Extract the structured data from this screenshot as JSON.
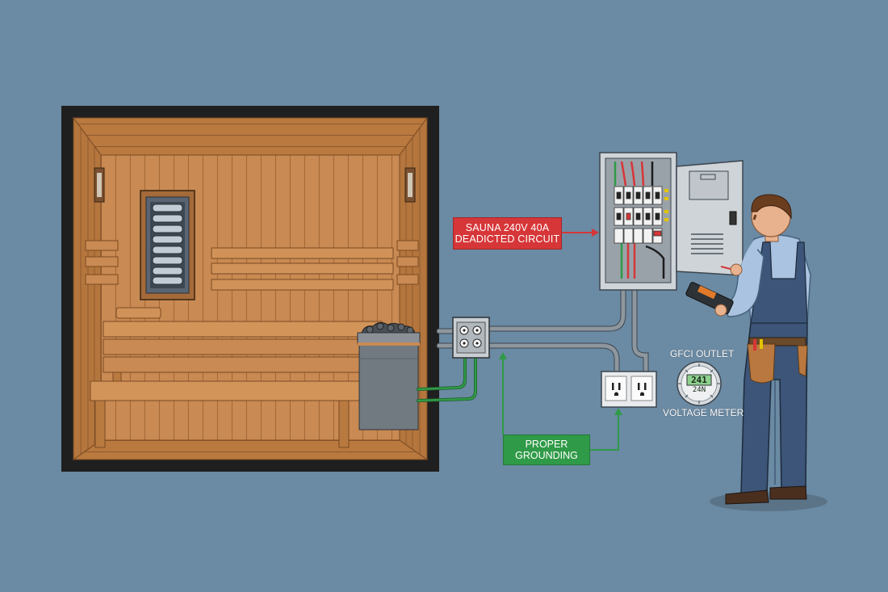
{
  "labels": {
    "circuit_line1": "SAUNA 240V 40A",
    "circuit_line2": "DEADICTED CIRCUIT",
    "grounding_line1": "PROPER",
    "grounding_line2": "GROUNDING",
    "gfci": "GFCI OUTLET",
    "voltage_meter": "VOLTAGE METER"
  },
  "meter": {
    "display": "241",
    "subreading": "24N"
  },
  "colors": {
    "background": "#6b8aa3",
    "wood": "#c98a53",
    "wood_dark": "#a46a39",
    "frame": "#1f1f1f",
    "panel": "#cfd4d8",
    "conduit": "#8e979e",
    "circuit_label": "#d63638",
    "grounding_label": "#2f9a47",
    "ground_wire": "#2f9a47",
    "hot_wire": "#d63638"
  },
  "icons": [
    "sauna-heater-icon",
    "electrical-panel-icon",
    "gfci-outlet-icon",
    "voltage-meter-icon",
    "electrician-figure"
  ]
}
